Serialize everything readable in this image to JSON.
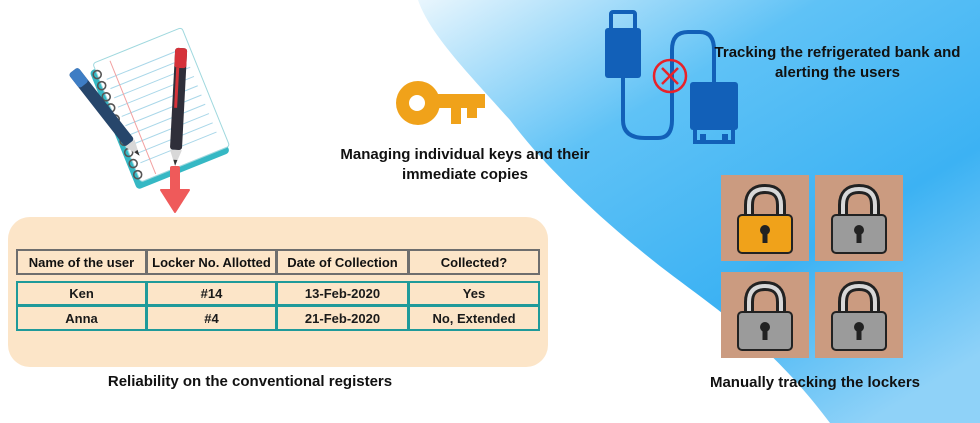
{
  "captions": {
    "registers": "Reliability on the conventional registers",
    "keys": "Managing individual keys and their  immediate copies",
    "bank": "Tracking the refrigerated bank and alerting the users",
    "lockers": "Manually tracking the lockers"
  },
  "register_table": {
    "headers": [
      "Name of the user",
      "Locker No. Allotted",
      "Date of Collection",
      "Collected?"
    ],
    "rows": [
      [
        "Ken",
        "#14",
        "13-Feb-2020",
        "Yes"
      ],
      [
        "Anna",
        "#4",
        "21-Feb-2020",
        "No, Extended"
      ]
    ]
  },
  "icons": {
    "notebook": "notebook-with-pens-icon",
    "arrow": "arrow-down-icon",
    "key": "key-icon",
    "usb": "usb-cable-disconnected-icon",
    "lock": "padlock-icon"
  },
  "locks": [
    {
      "state": "highlighted",
      "color": "#f0a21a"
    },
    {
      "state": "normal",
      "color": "#9b9b9b"
    },
    {
      "state": "normal",
      "color": "#9b9b9b"
    },
    {
      "state": "normal",
      "color": "#9b9b9b"
    }
  ],
  "colors": {
    "background_blob": "#3fb4f3",
    "panel": "#fce5c8",
    "row_border": "#1f9a9a",
    "header_border": "#6e6e6e",
    "key": "#f0a21a",
    "usb": "#1260b8",
    "arrow": "#ef5a5a",
    "lock_tile": "#cb9b80"
  }
}
